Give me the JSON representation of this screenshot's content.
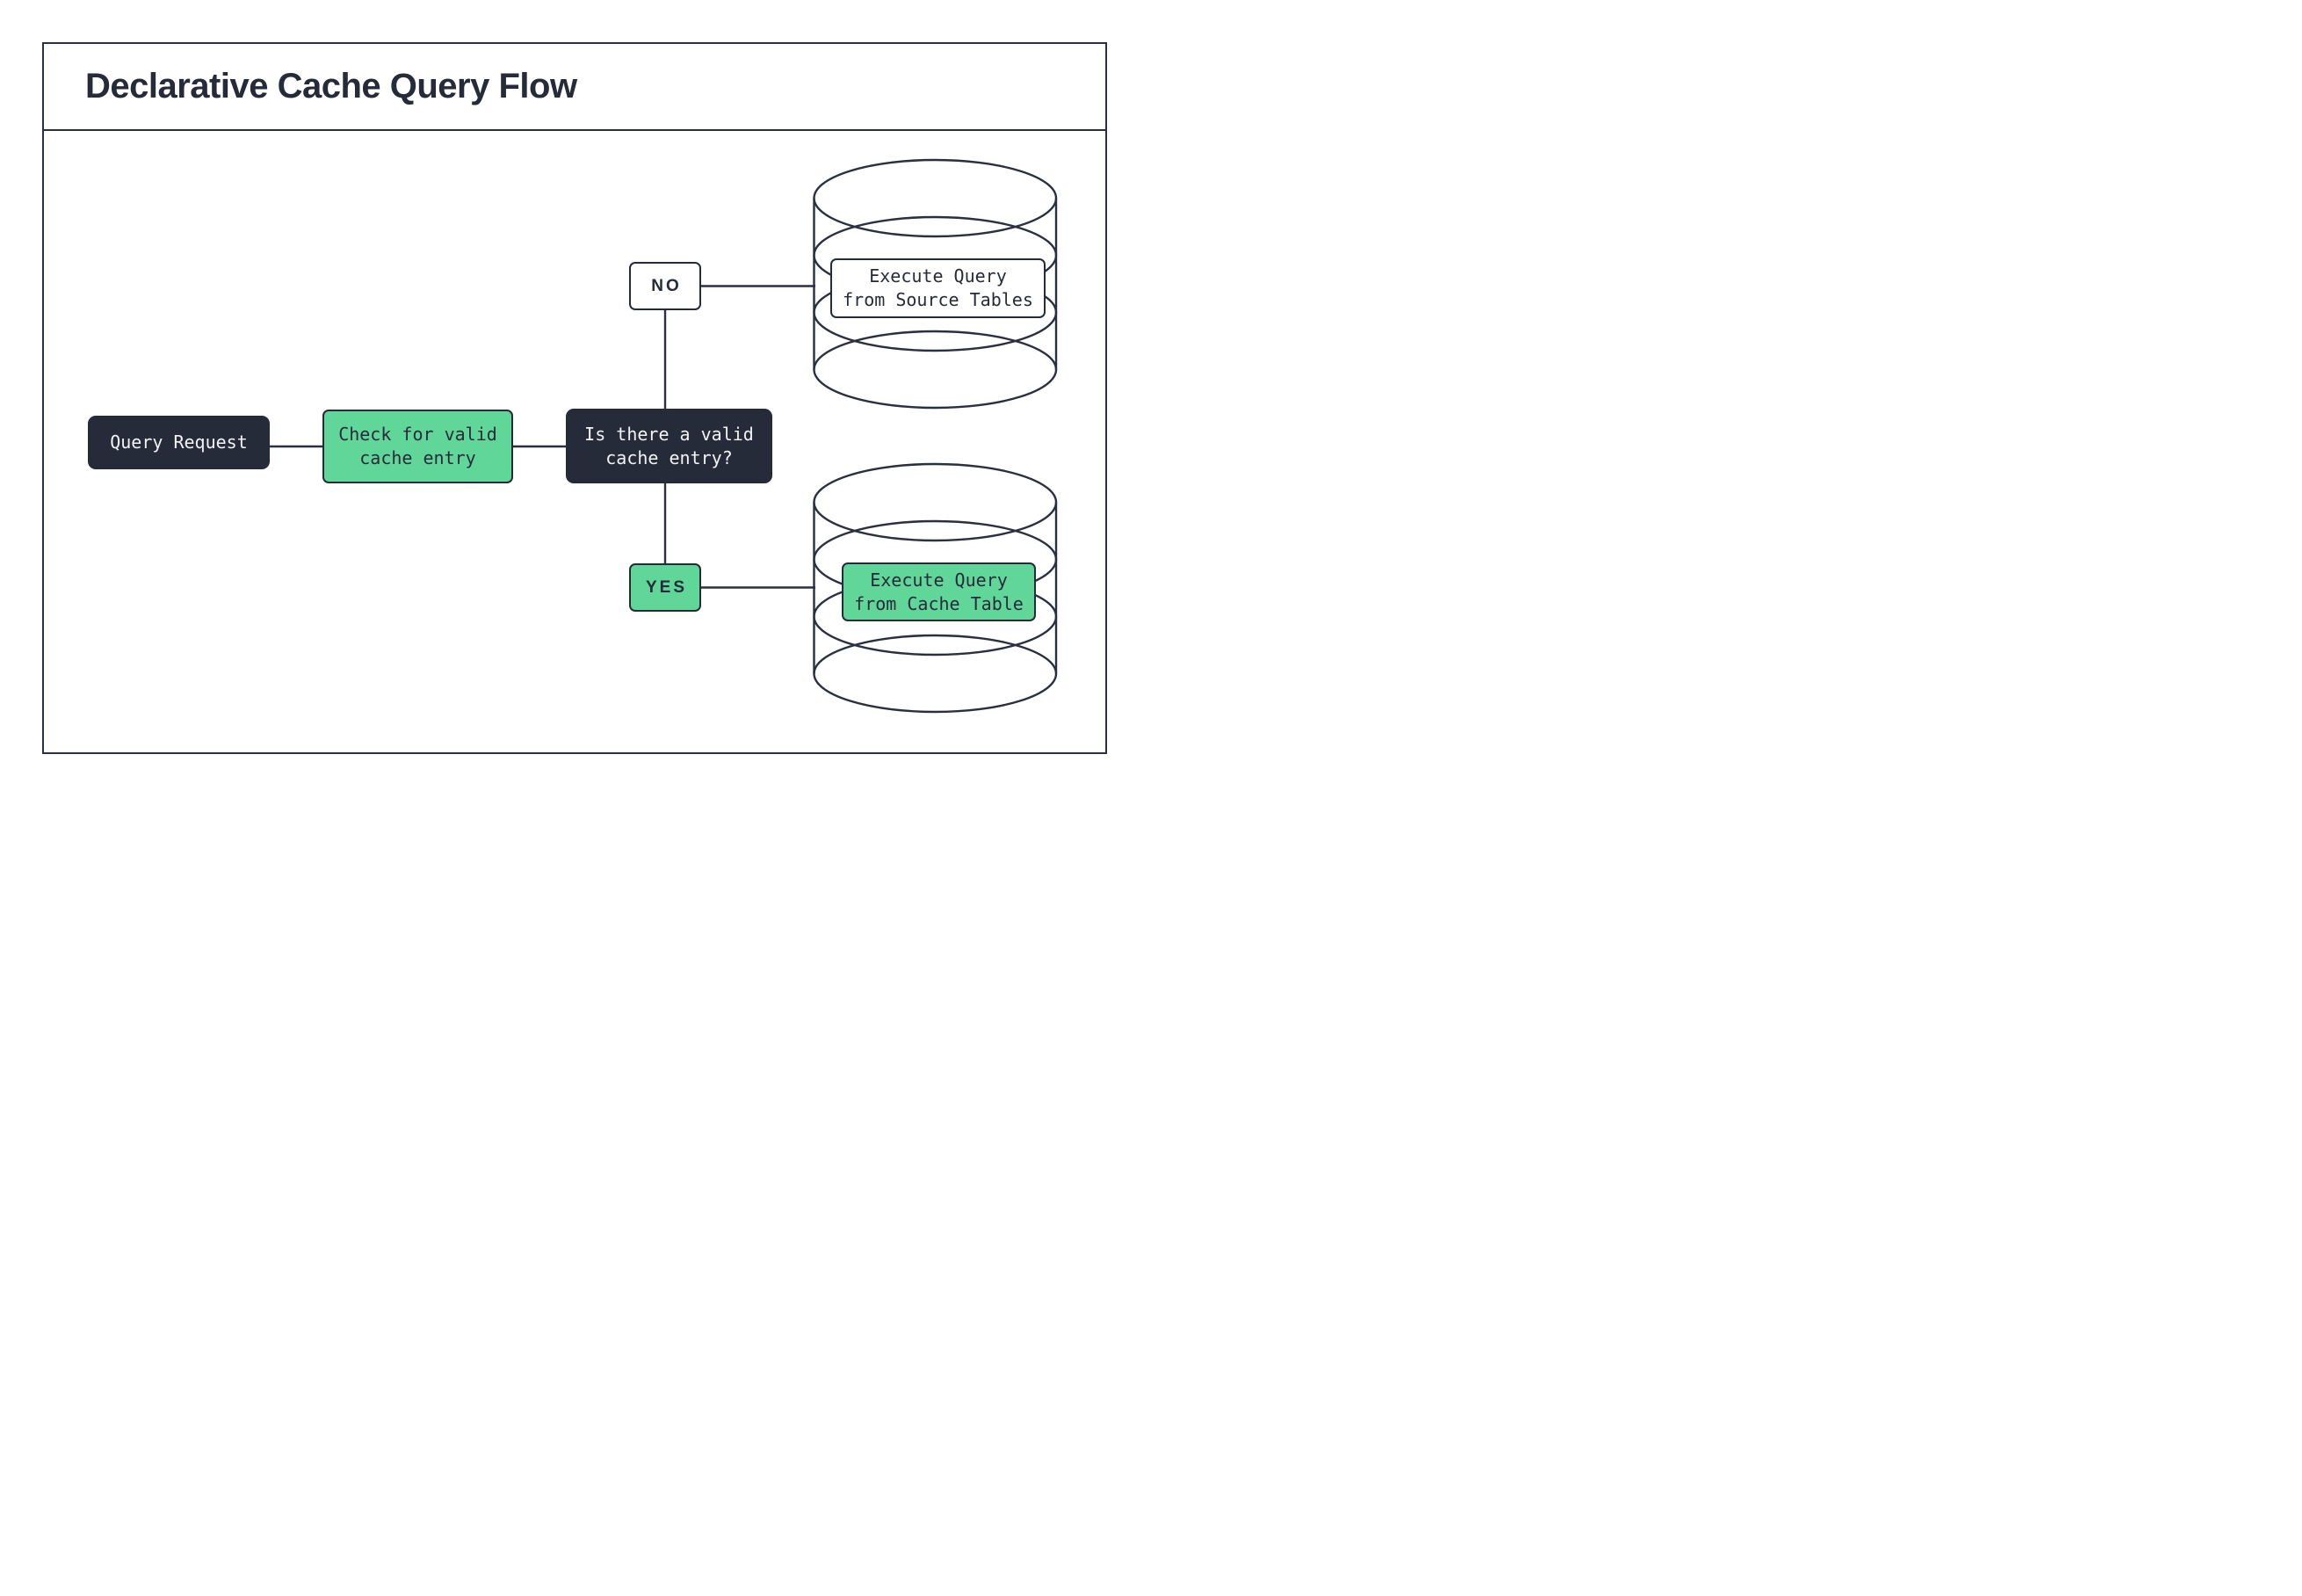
{
  "title": "Declarative Cache Query Flow",
  "colors": {
    "ink": "#2b3040",
    "dark_node_fill": "#262b3a",
    "green_node_fill": "#61d699",
    "light_text": "#f2f3f5",
    "background": "#ffffff"
  },
  "flow": {
    "query_request": "Query Request",
    "check_cache": "Check for valid\ncache entry",
    "decision": "Is there a valid\ncache entry?",
    "branch_no": "NO",
    "branch_yes": "YES",
    "execute_source": "Execute Query\nfrom Source Tables",
    "execute_cache": "Execute Query\nfrom Cache Table"
  }
}
